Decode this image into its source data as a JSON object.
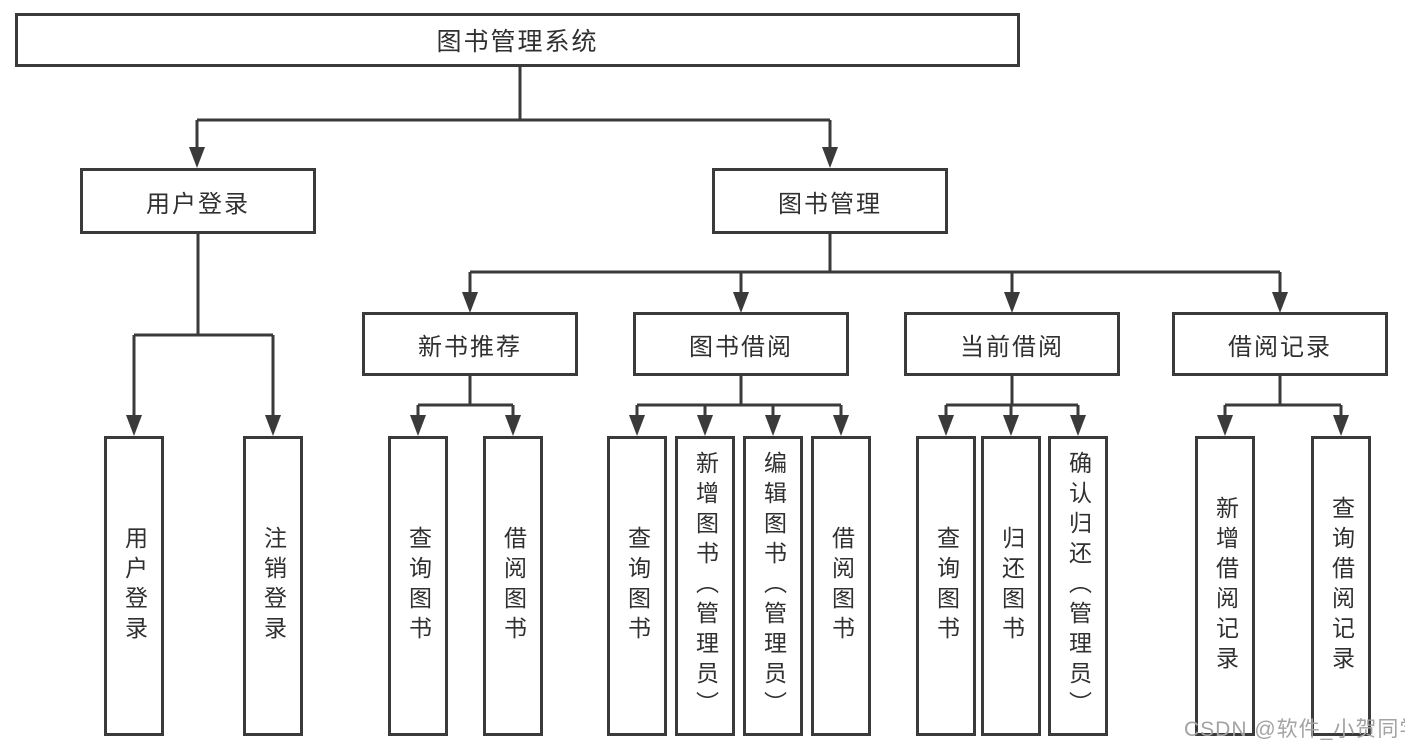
{
  "colors": {
    "line": "#3a3a3a",
    "text": "#303030",
    "box_bg": "#ffffff",
    "watermark": "#a3a3a3"
  },
  "root": {
    "label": "图书管理系统"
  },
  "login": {
    "label": "用户登录",
    "children": [
      {
        "label": "用户登录"
      },
      {
        "label": "注销登录"
      }
    ]
  },
  "mgmt": {
    "label": "图书管理",
    "sections": [
      {
        "label": "新书推荐",
        "children": [
          {
            "label": "查询图书"
          },
          {
            "label": "借阅图书"
          }
        ]
      },
      {
        "label": "图书借阅",
        "children": [
          {
            "label": "查询图书"
          },
          {
            "label": "新增图书（管理员）"
          },
          {
            "label": "编辑图书（管理员）"
          },
          {
            "label": "借阅图书"
          }
        ]
      },
      {
        "label": "当前借阅",
        "children": [
          {
            "label": "查询图书"
          },
          {
            "label": "归还图书"
          },
          {
            "label": "确认归还（管理员）"
          }
        ]
      },
      {
        "label": "借阅记录",
        "children": [
          {
            "label": "新增借阅记录"
          },
          {
            "label": "查询借阅记录"
          }
        ]
      }
    ]
  },
  "watermark": "CSDN @软件_小贺同学"
}
